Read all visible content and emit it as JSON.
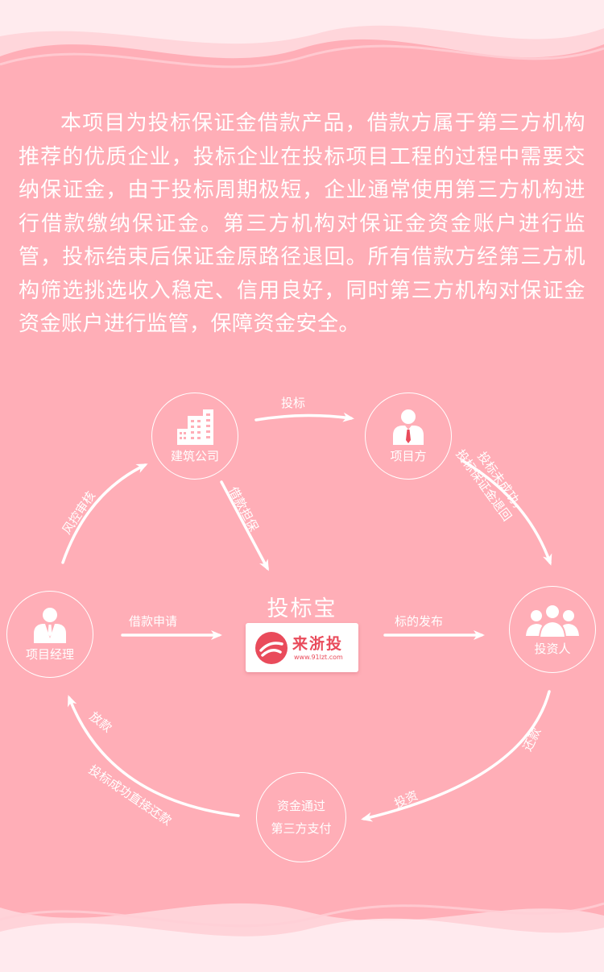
{
  "intro_text": "本项目为投标保证金借款产品，借款方属于第三方机构推荐的优质企业，投标企业在投标项目工程的过程中需要交纳保证金，由于投标周期极短，企业通常使用第三方机构进行借款缴纳保证金。第三方机构对保证金资金账户进行监管，投标结束后保证金原路径退回。所有借款方经第三方机构筛选挑选收入稳定、信用良好，同时第三方机构对保证金资金账户进行监管，保障资金安全。",
  "nodes": {
    "construction": {
      "label": "建筑公司",
      "icon": "building-icon"
    },
    "project_party": {
      "label": "项目方",
      "icon": "businessman-icon"
    },
    "project_manager": {
      "label": "项目经理",
      "icon": "manager-icon"
    },
    "investor": {
      "label": "投资人",
      "icon": "group-icon"
    },
    "third_party": {
      "line1": "资金通过",
      "line2": "第三方支付"
    }
  },
  "hub": {
    "title": "投标宝",
    "brand": "来浙投",
    "url": "www.91lzt.com"
  },
  "edges": {
    "bid": "投标",
    "bid_fail": "投标未成功，",
    "bid_refund": "投标保证金退回",
    "loan_guarantee": "借款担保",
    "risk_review": "风控审核",
    "loan_apply": "借款申请",
    "bid_publish": "标的发布",
    "disburse": "放款",
    "win_repay": "投标成功直接还款",
    "invest": "投资",
    "repay": "还款"
  },
  "colors": {
    "background": "#ffaeb7",
    "foreground": "#ffffff",
    "brand": "#e94b5b"
  }
}
